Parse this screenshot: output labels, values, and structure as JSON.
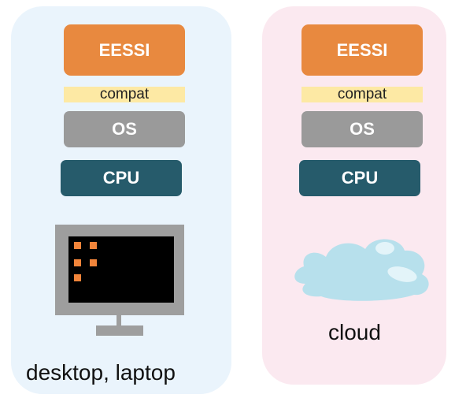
{
  "colors": {
    "left_panel_bg": "#eaf4fc",
    "right_panel_bg": "#fbe9f0",
    "eessi": "#e8893f",
    "compat": "#fde9a4",
    "os": "#9a9a9a",
    "cpu": "#265b6b",
    "cloud": "#b7e0ec",
    "screen": "#000000",
    "monitor": "#9e9e9e",
    "pixels": "#f0843a"
  },
  "left": {
    "stack": {
      "eessi": "EESSI",
      "compat": "compat",
      "os": "OS",
      "cpu": "CPU"
    },
    "icon": "desktop-monitor-icon",
    "caption": "desktop, laptop"
  },
  "right": {
    "stack": {
      "eessi": "EESSI",
      "compat": "compat",
      "os": "OS",
      "cpu": "CPU"
    },
    "icon": "cloud-icon",
    "caption": "cloud"
  }
}
